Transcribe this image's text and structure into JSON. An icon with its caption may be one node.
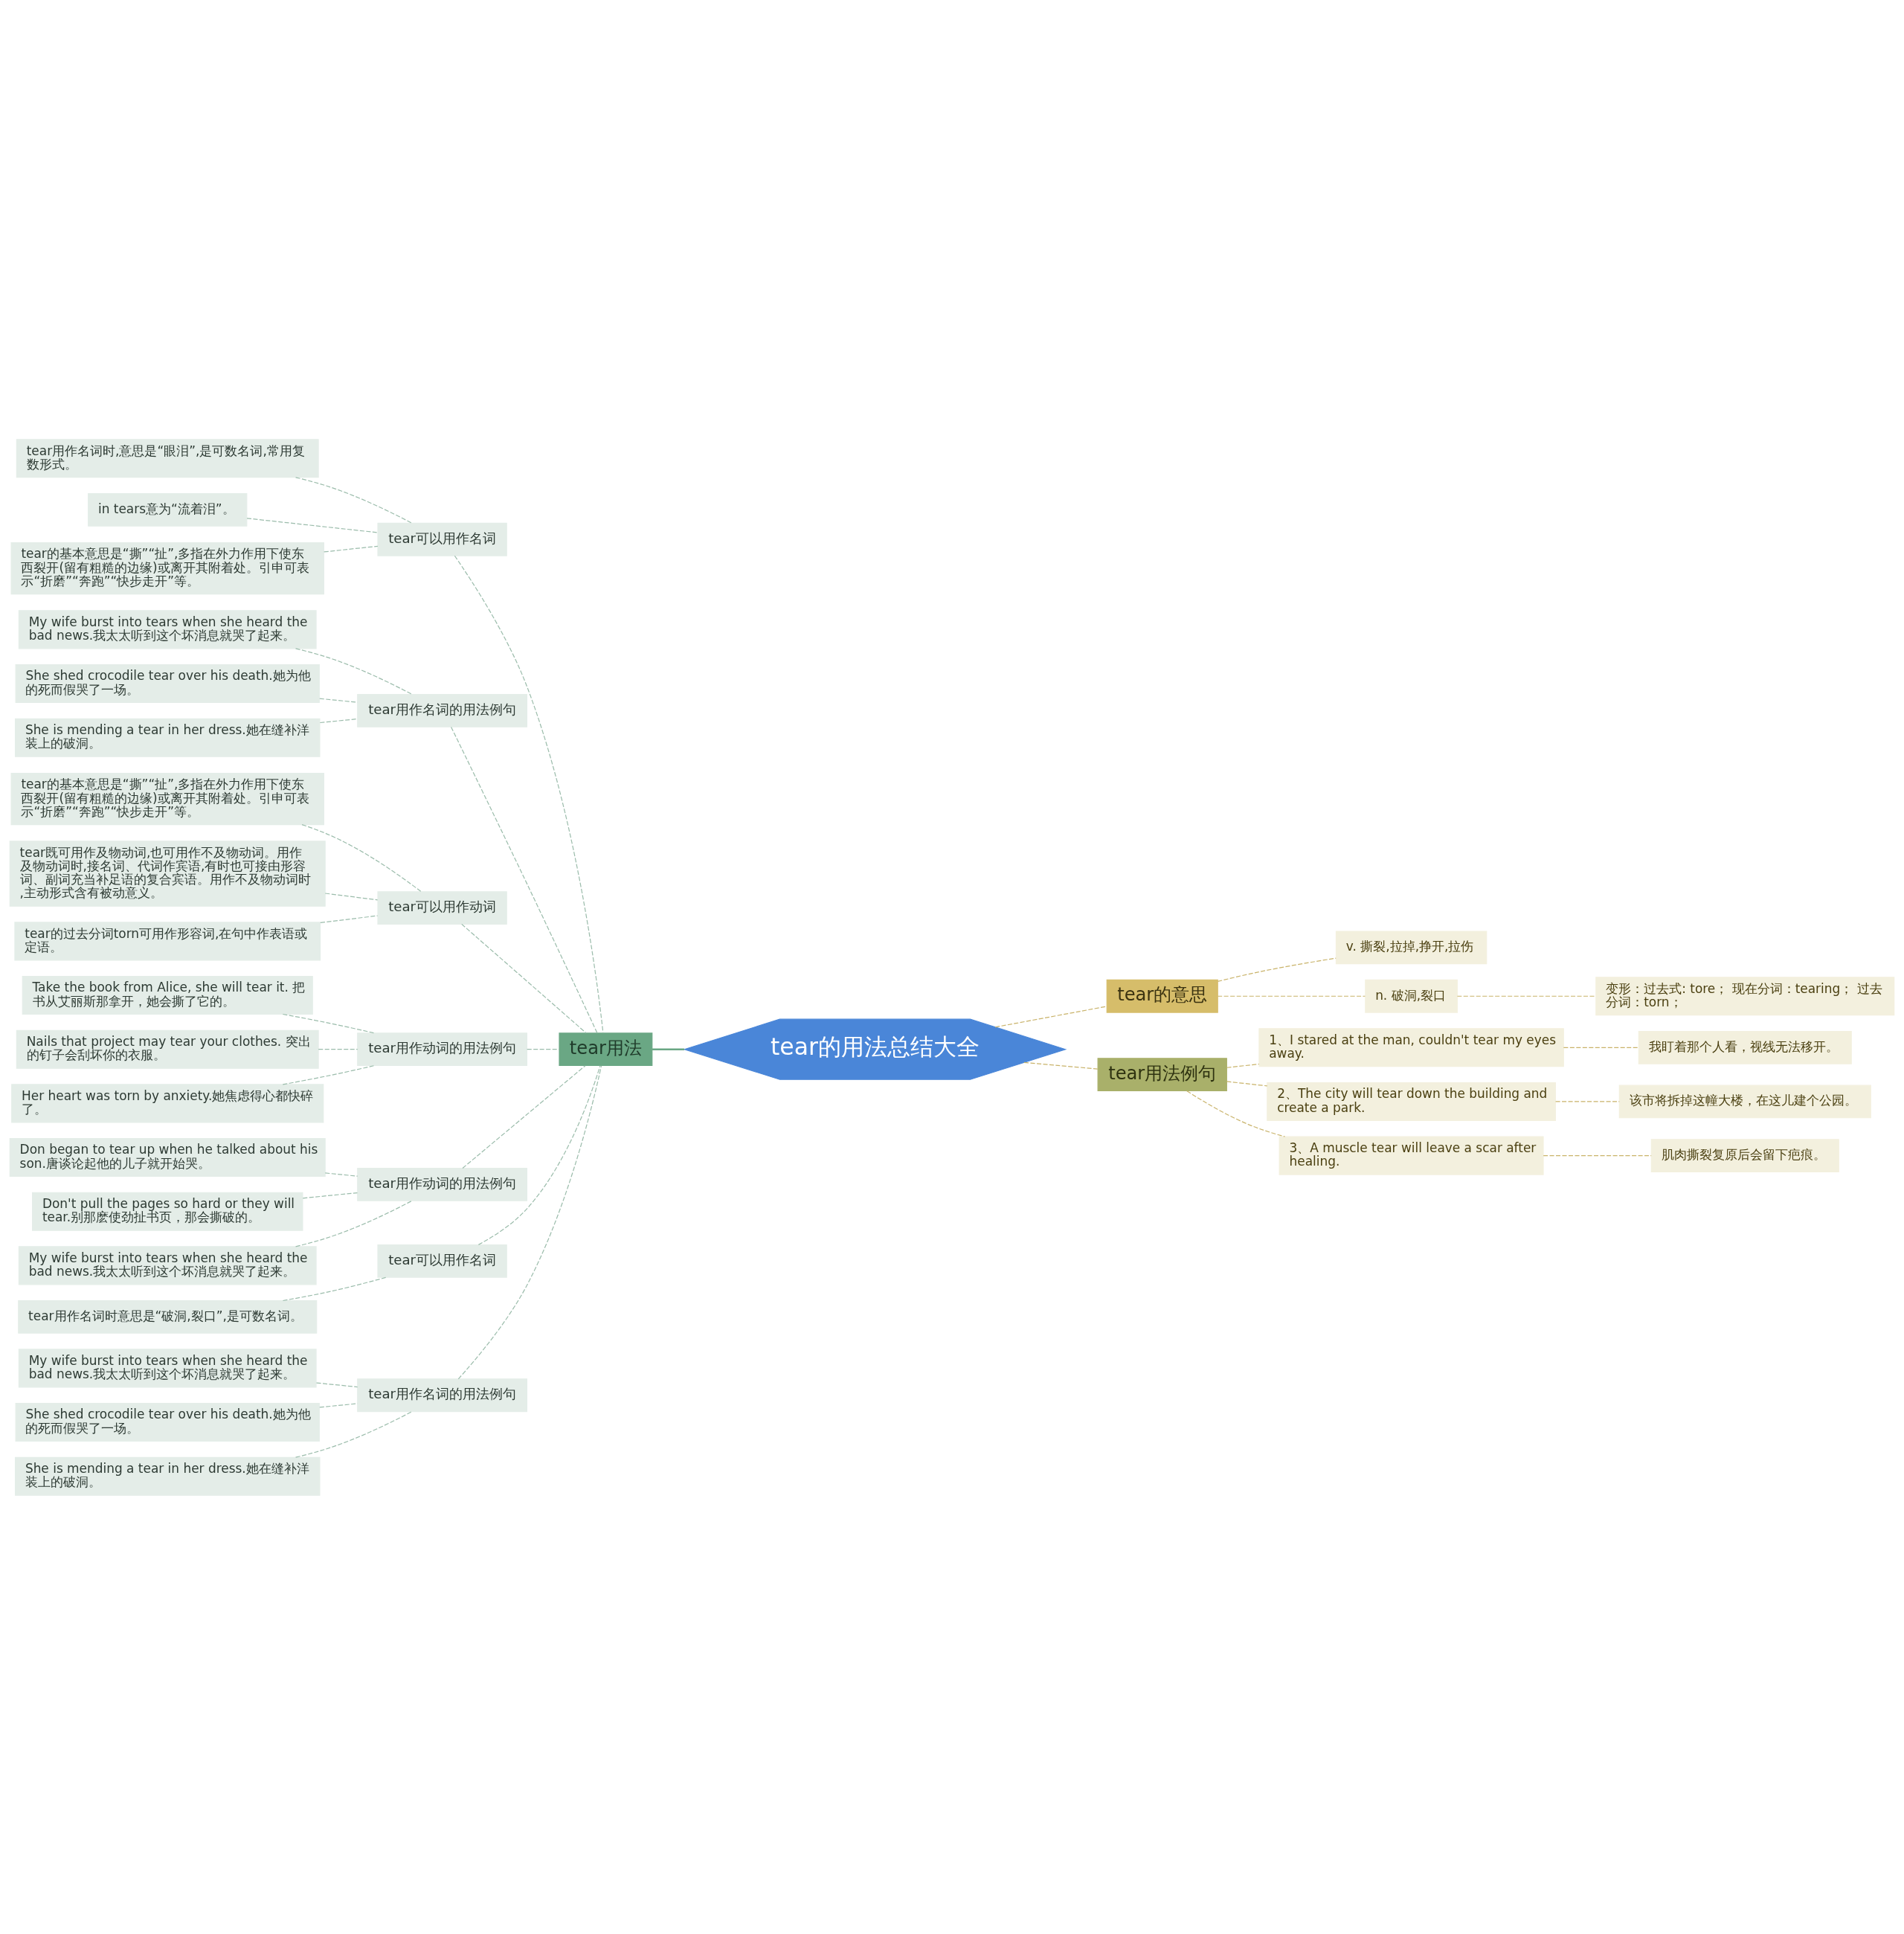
{
  "diagram": {
    "nodes": [
      {
        "text": [
          "tear的用法总结大全"
        ]
      },
      {
        "text": [
          "tear用法"
        ]
      },
      {
        "text": [
          "tear可以用作名词"
        ]
      },
      {
        "text": [
          "tear用作名词时,意思是“眼泪”,是可数名词,常用复数形式。"
        ]
      },
      {
        "text": [
          "in tears意为“流着泪”。"
        ]
      },
      {
        "text": [
          "tear的基本意思是“撕”“扯”,多指在外力作用下使东西裂开(留有粗糙的边缘)或离开其附着处。引申可表示“折磨”“奔跑”“快步走开”等。"
        ]
      },
      {
        "text": [
          "tear用作名词的用法例句"
        ]
      },
      {
        "text": [
          "My wife burst into tears when she heard the bad news.我太太听到这个坏消息就哭了起来。"
        ]
      },
      {
        "text": [
          "She shed crocodile tear over his death.她为他的死而假哭了一场。"
        ]
      },
      {
        "text": [
          "She is mending a tear in her dress.她在缝补洋装上的破洞。"
        ]
      },
      {
        "text": [
          "tear可以用作动词"
        ]
      },
      {
        "text": [
          "tear的基本意思是“撕”“扯”,多指在外力作用下使东西裂开(留有粗糙的边缘)或离开其附着处。引申可表示“折磨”“奔跑”“快步走开”等。"
        ]
      },
      {
        "text": [
          "tear既可用作及物动词,也可用作不及物动词。用作及物动词时,接名词、代词作宾语,有时也可接由形容词、副词充当补足语的复合宾语。用作不及物动词时,主动形式含有被动意义。"
        ]
      },
      {
        "text": [
          "tear的过去分词torn可用作形容词,在句中作表语或定语。"
        ]
      },
      {
        "text": [
          "tear用作动词的用法例句"
        ]
      },
      {
        "text": [
          "Take the book from Alice, she will tear it. 把书从艾丽斯那拿开，她会撕了它的。"
        ]
      },
      {
        "text": [
          "Nails that project may tear your clothes. 突出的钉子会刮坏你的衣服。"
        ]
      },
      {
        "text": [
          "Her heart was torn by anxiety.她焦虑得心都快碎了。"
        ]
      },
      {
        "text": [
          "tear用作动词的用法例句"
        ]
      },
      {
        "text": [
          "Don began to tear up when he talked about his son.唐谈论起他的儿子就开始哭。"
        ]
      },
      {
        "text": [
          "Don't pull the pages so hard or they will tear.别那麽使劲扯书页，那会撕破的。"
        ]
      },
      {
        "text": [
          "My wife burst into tears when she heard the bad news.我太太听到这个坏消息就哭了起来。"
        ]
      },
      {
        "text": [
          "tear可以用作名词"
        ]
      },
      {
        "text": [
          "tear用作名词时意思是“破洞,裂口”,是可数名词。"
        ]
      },
      {
        "text": [
          "tear用作名词的用法例句"
        ]
      },
      {
        "text": [
          "My wife burst into tears when she heard the bad news.我太太听到这个坏消息就哭了起来。"
        ]
      },
      {
        "text": [
          "She shed crocodile tear over his death.她为他的死而假哭了一场。"
        ]
      },
      {
        "text": [
          "She is mending a tear in her dress.她在缝补洋装上的破洞。"
        ]
      },
      {
        "text": [
          "tear的意思"
        ]
      },
      {
        "text": [
          "v. 撕裂,拉掉,挣开,拉伤"
        ]
      },
      {
        "text": [
          "n. 破洞,裂口"
        ]
      },
      {
        "text": [
          "变形：过去式: tore； 现在分词：tearing； 过去分词：torn；"
        ]
      },
      {
        "text": [
          "tear用法例句"
        ]
      },
      {
        "text": [
          "1、I stared at the man, couldn't tear my eyes away."
        ]
      },
      {
        "text": [
          "我盯着那个人看，视线无法移开。"
        ]
      },
      {
        "text": [
          "2、The city will tear down the building and create a park."
        ]
      },
      {
        "text": [
          "该市将拆掉这幢大楼，在这儿建个公园。"
        ]
      },
      {
        "text": [
          "3、A muscle tear will leave a scar after healing."
        ]
      },
      {
        "text": [
          "肌肉撕裂复原后会留下疤痕。"
        ]
      }
    ],
    "edges": [
      {
        "from": 1,
        "to": 0,
        "arrow": "none",
        "color": "#6aa784"
      },
      {
        "from": 2,
        "to": 1,
        "arrow": "none",
        "style": "dashed"
      },
      {
        "from": 3,
        "to": 2,
        "arrow": "none",
        "style": "dashed"
      },
      {
        "from": 4,
        "to": 2,
        "arrow": "none",
        "style": "dashed"
      },
      {
        "from": 5,
        "to": 2,
        "arrow": "none",
        "style": "dashed"
      },
      {
        "from": 6,
        "to": 1,
        "arrow": "none",
        "style": "dashed"
      },
      {
        "from": 7,
        "to": 6,
        "arrow": "none",
        "style": "dashed"
      },
      {
        "from": 8,
        "to": 6,
        "arrow": "none",
        "style": "dashed"
      },
      {
        "from": 9,
        "to": 6,
        "arrow": "none",
        "style": "dashed"
      },
      {
        "from": 10,
        "to": 1,
        "arrow": "none",
        "style": "dashed"
      },
      {
        "from": 11,
        "to": 10,
        "arrow": "none",
        "style": "dashed"
      },
      {
        "from": 12,
        "to": 10,
        "arrow": "none",
        "style": "dashed"
      },
      {
        "from": 13,
        "to": 10,
        "arrow": "none",
        "style": "dashed"
      },
      {
        "from": 14,
        "to": 1,
        "arrow": "none",
        "style": "dashed"
      },
      {
        "from": 15,
        "to": 14,
        "arrow": "none",
        "style": "dashed"
      },
      {
        "from": 16,
        "to": 14,
        "arrow": "none",
        "style": "dashed"
      },
      {
        "from": 17,
        "to": 14,
        "arrow": "none",
        "style": "dashed"
      },
      {
        "from": 18,
        "to": 1,
        "arrow": "none",
        "style": "dashed"
      },
      {
        "from": 19,
        "to": 18,
        "arrow": "none",
        "style": "dashed"
      },
      {
        "from": 20,
        "to": 18,
        "arrow": "none",
        "style": "dashed"
      },
      {
        "from": 21,
        "to": 18,
        "arrow": "none",
        "style": "dashed"
      },
      {
        "from": 22,
        "to": 1,
        "arrow": "none",
        "style": "dashed"
      },
      {
        "from": 23,
        "to": 22,
        "arrow": "none",
        "style": "dashed"
      },
      {
        "from": 24,
        "to": 1,
        "arrow": "none",
        "style": "dashed"
      },
      {
        "from": 25,
        "to": 24,
        "arrow": "none",
        "style": "dashed"
      },
      {
        "from": 26,
        "to": 24,
        "arrow": "none",
        "style": "dashed"
      },
      {
        "from": 27,
        "to": 24,
        "arrow": "none",
        "style": "dashed"
      },
      {
        "from": 0,
        "to": 28,
        "arrow": "none",
        "style": "dashed",
        "color": "#c9b36a"
      },
      {
        "from": 28,
        "to": 29,
        "arrow": "none",
        "style": "dashed",
        "color": "#c9b36a"
      },
      {
        "from": 28,
        "to": 30,
        "arrow": "none",
        "style": "dashed",
        "color": "#c9b36a"
      },
      {
        "from": 30,
        "to": 31,
        "arrow": "none",
        "style": "dashed",
        "color": "#c9b36a"
      },
      {
        "from": 0,
        "to": 32,
        "arrow": "none",
        "style": "dashed",
        "color": "#c9b36a"
      },
      {
        "from": 32,
        "to": 33,
        "arrow": "none",
        "style": "dashed",
        "color": "#c9b36a"
      },
      {
        "from": 33,
        "to": 34,
        "arrow": "none",
        "style": "dashed",
        "color": "#c9b36a"
      },
      {
        "from": 32,
        "to": 35,
        "arrow": "none",
        "style": "dashed",
        "color": "#c9b36a"
      },
      {
        "from": 35,
        "to": 36,
        "arrow": "none",
        "style": "dashed",
        "color": "#c9b36a"
      },
      {
        "from": 32,
        "to": 37,
        "arrow": "none",
        "style": "dashed",
        "color": "#c9b36a"
      },
      {
        "from": 37,
        "to": 38,
        "arrow": "none",
        "style": "dashed",
        "color": "#c9b36a"
      }
    ]
  }
}
